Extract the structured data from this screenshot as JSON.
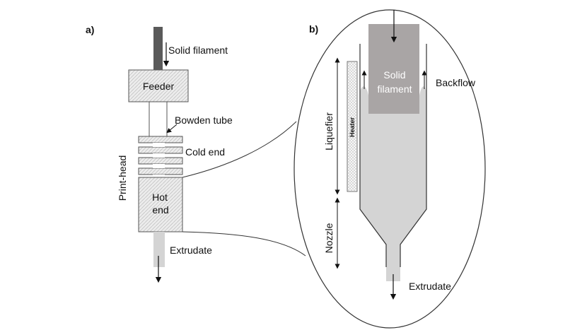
{
  "panel_a": {
    "label": "a)",
    "solid_filament": "Solid filament",
    "feeder": "Feeder",
    "bowden_tube": "Bowden tube",
    "cold_end": "Cold end",
    "hot_end_line1": "Hot",
    "hot_end_line2": "end",
    "print_head": "Print-head",
    "extrudate": "Extrudate"
  },
  "panel_b": {
    "label": "b)",
    "solid_filament_line1": "Solid",
    "solid_filament_line2": "filament",
    "backflow": "Backflow",
    "heater": "Heater",
    "liquefier": "Liquefier",
    "nozzle": "Nozzle",
    "extrudate": "Extrudate"
  },
  "colors": {
    "filament_dark": "#5a5a5a",
    "filament_gray": "#a9a5a5",
    "melt_light": "#d4d4d4",
    "box_fill": "#e8e8e8",
    "line": "#333333"
  }
}
